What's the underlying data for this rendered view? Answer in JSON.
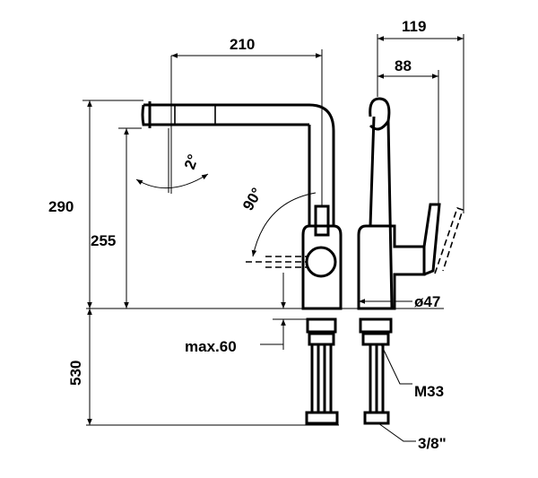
{
  "drawing": {
    "dimensions": {
      "width_spout": "210",
      "width_total_side": "119",
      "width_side": "88",
      "height_total": "290",
      "height_outlet": "255",
      "depth_below": "530",
      "angle_spout": "2°",
      "angle_swivel": "90°",
      "max_thickness": "max.60",
      "hole_diameter": "ø47",
      "thread_shank": "M33",
      "connection": "3/8\""
    }
  }
}
